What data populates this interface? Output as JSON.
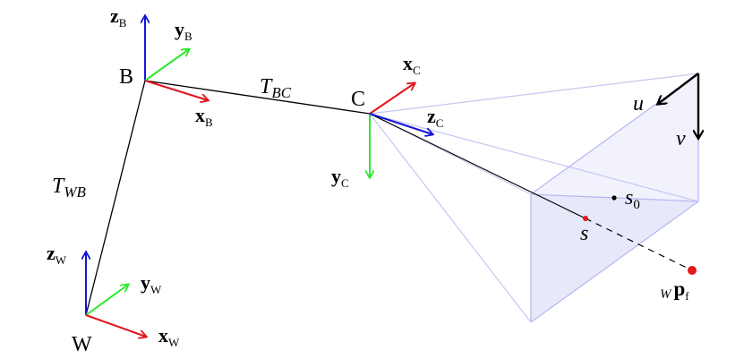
{
  "frames": {
    "world": {
      "point_label": "W",
      "x_axis": {
        "sym": "x",
        "sub": "W"
      },
      "y_axis": {
        "sym": "y",
        "sub": "W"
      },
      "z_axis": {
        "sym": "z",
        "sub": "W"
      }
    },
    "body": {
      "point_label": "B",
      "x_axis": {
        "sym": "x",
        "sub": "B"
      },
      "y_axis": {
        "sym": "y",
        "sub": "B"
      },
      "z_axis": {
        "sym": "z",
        "sub": "B"
      }
    },
    "camera": {
      "point_label": "C",
      "x_axis": {
        "sym": "x",
        "sub": "C"
      },
      "y_axis": {
        "sym": "y",
        "sub": "C"
      },
      "z_axis": {
        "sym": "z",
        "sub": "C"
      }
    }
  },
  "transforms": {
    "world_body": {
      "sym": "T",
      "sub": "WB"
    },
    "body_camera": {
      "sym": "T",
      "sub": "BC"
    }
  },
  "image_plane": {
    "u_label": "u",
    "v_label": "v"
  },
  "points": {
    "projection": {
      "label": "s"
    },
    "principal": {
      "sym": "s",
      "sub": "0"
    },
    "feature": {
      "pre": "W",
      "sym": "p",
      "sub": "f"
    }
  },
  "colors": {
    "x_axis": "#e3141b",
    "y_axis": "#2ee82e",
    "z_axis": "#1414d9",
    "frustum": "#b9b9f2",
    "plane_fill": "#e8e8fb",
    "feature": "#e31b1b"
  }
}
